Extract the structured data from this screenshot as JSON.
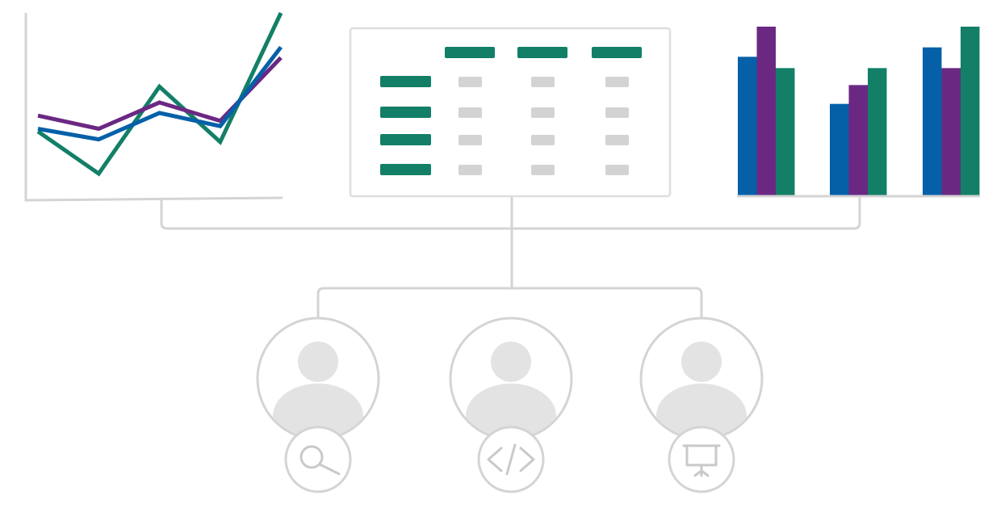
{
  "colors": {
    "blue": "#0560a8",
    "purple": "#6b2883",
    "green": "#137f67",
    "gray_line": "#d4d4d4",
    "gray_fill": "#e3e3e3",
    "gray_cell": "#d3d3d3",
    "background": "#ffffff"
  },
  "line_chart": {
    "type": "line",
    "series": [
      {
        "color_key": "green",
        "values": [
          2.0,
          0.4,
          3.7,
          1.6,
          6.5
        ]
      },
      {
        "color_key": "purple",
        "values": [
          2.6,
          2.1,
          3.1,
          2.4,
          4.8
        ]
      },
      {
        "color_key": "blue",
        "values": [
          2.1,
          1.7,
          2.7,
          2.2,
          5.2
        ]
      }
    ],
    "ylim": [
      0,
      6.5
    ],
    "grid": false
  },
  "bar_chart": {
    "type": "bar",
    "groups": 3,
    "series": [
      {
        "color_key": "blue",
        "values": [
          7.4,
          4.9,
          7.9
        ]
      },
      {
        "color_key": "purple",
        "values": [
          9.0,
          5.9,
          6.8
        ]
      },
      {
        "color_key": "green",
        "values": [
          6.8,
          6.8,
          9.0
        ]
      }
    ],
    "ylim": [
      0,
      9.0
    ],
    "grid": false
  },
  "table_panel": {
    "columns": 3,
    "rows": 4
  },
  "personas": [
    {
      "role_icon": "magnifier-icon"
    },
    {
      "role_icon": "code-brackets-icon"
    },
    {
      "role_icon": "presentation-board-icon"
    }
  ]
}
